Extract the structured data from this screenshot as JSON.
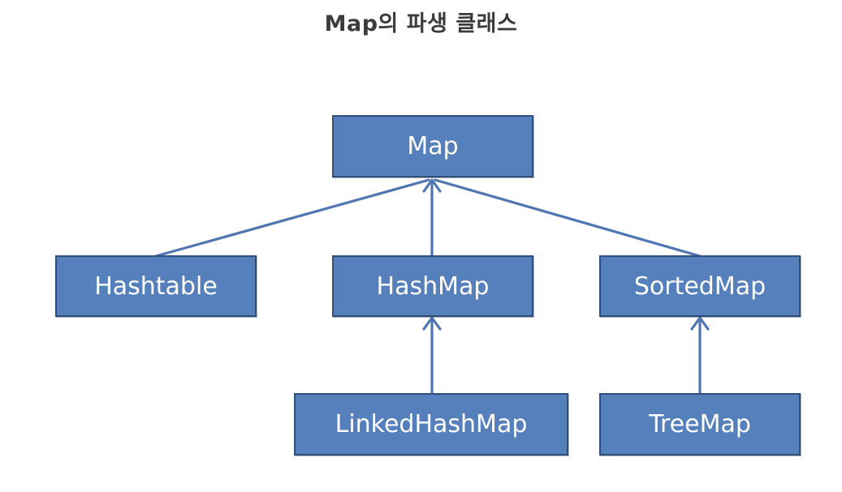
{
  "title": "Map의 파생 클래스",
  "colors": {
    "node_fill": "#5580bb",
    "node_border": "#2f4f7a",
    "node_text": "#ffffff",
    "edge": "#4f76b2",
    "title_text": "#3c3c3c"
  },
  "nodes": {
    "map": "Map",
    "hashtable": "Hashtable",
    "hashmap": "HashMap",
    "sortedmap": "SortedMap",
    "linkedhashmap": "LinkedHashMap",
    "treemap": "TreeMap"
  },
  "edges": [
    {
      "from": "Hashtable",
      "to": "Map"
    },
    {
      "from": "HashMap",
      "to": "Map"
    },
    {
      "from": "SortedMap",
      "to": "Map"
    },
    {
      "from": "LinkedHashMap",
      "to": "HashMap"
    },
    {
      "from": "TreeMap",
      "to": "SortedMap"
    }
  ]
}
